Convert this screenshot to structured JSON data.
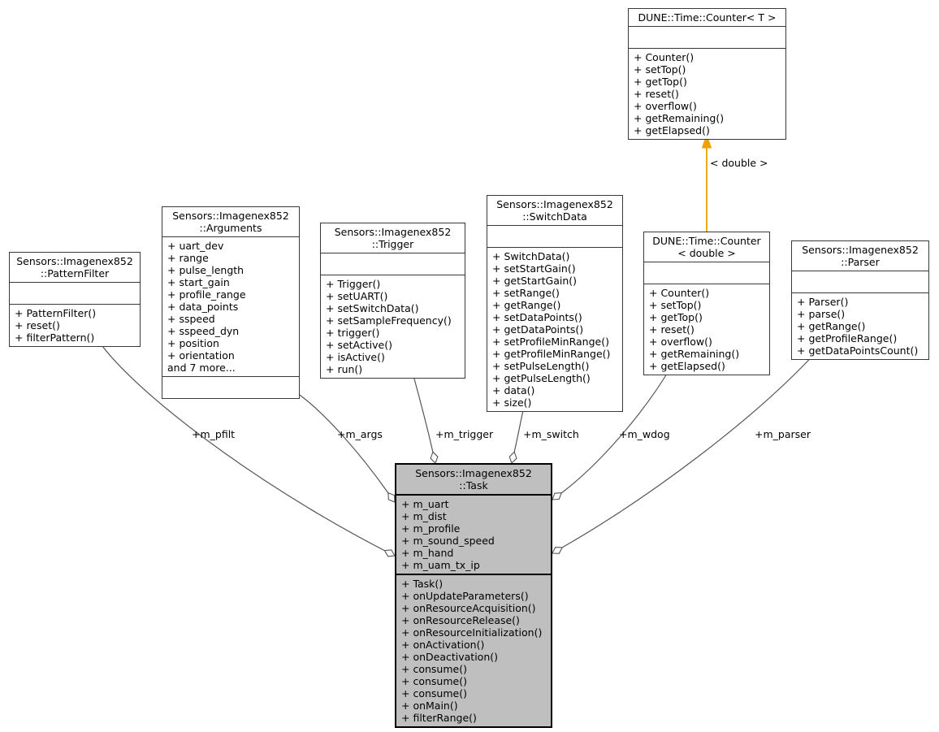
{
  "colors": {
    "background": "#FFFFFF",
    "box_border": "#383838",
    "edge_line": "#555555",
    "task_fill": "#BFBFBF",
    "template_arrow": "#F0A000"
  },
  "classes": {
    "counter_t": {
      "title": [
        "DUNE::Time::Counter< T >"
      ],
      "attributes": [],
      "methods": [
        "+ Counter()",
        "+ setTop()",
        "+ getTop()",
        "+ reset()",
        "+ overflow()",
        "+ getRemaining()",
        "+ getElapsed()"
      ]
    },
    "pattern_filter": {
      "title": [
        "Sensors::Imagenex852",
        "::PatternFilter"
      ],
      "attributes": [],
      "methods": [
        "+ PatternFilter()",
        "+ reset()",
        "+ filterPattern()"
      ]
    },
    "arguments": {
      "title": [
        "Sensors::Imagenex852",
        "::Arguments"
      ],
      "attributes": [
        "+ uart_dev",
        "+ range",
        "+ pulse_length",
        "+ start_gain",
        "+ profile_range",
        "+ data_points",
        "+ sspeed",
        "+ sspeed_dyn",
        "+ position",
        "+ orientation",
        "and 7 more..."
      ],
      "methods": []
    },
    "trigger": {
      "title": [
        "Sensors::Imagenex852",
        "::Trigger"
      ],
      "attributes": [],
      "methods": [
        "+ Trigger()",
        "+ setUART()",
        "+ setSwitchData()",
        "+ setSampleFrequency()",
        "+ trigger()",
        "+ setActive()",
        "+ isActive()",
        "+ run()"
      ]
    },
    "switch_data": {
      "title": [
        "Sensors::Imagenex852",
        "::SwitchData"
      ],
      "attributes": [],
      "methods": [
        "+ SwitchData()",
        "+ setStartGain()",
        "+ getStartGain()",
        "+ setRange()",
        "+ getRange()",
        "+ setDataPoints()",
        "+ getDataPoints()",
        "+ setProfileMinRange()",
        "+ getProfileMinRange()",
        "+ setPulseLength()",
        "+ getPulseLength()",
        "+ data()",
        "+ size()"
      ]
    },
    "counter_double": {
      "title": [
        "DUNE::Time::Counter",
        "< double >"
      ],
      "attributes": [],
      "methods": [
        "+ Counter()",
        "+ setTop()",
        "+ getTop()",
        "+ reset()",
        "+ overflow()",
        "+ getRemaining()",
        "+ getElapsed()"
      ]
    },
    "parser": {
      "title": [
        "Sensors::Imagenex852",
        "::Parser"
      ],
      "attributes": [],
      "methods": [
        "+ Parser()",
        "+ parse()",
        "+ getRange()",
        "+ getProfileRange()",
        "+ getDataPointsCount()"
      ]
    },
    "task": {
      "title": [
        "Sensors::Imagenex852",
        "::Task"
      ],
      "attributes": [
        "+ m_uart",
        "+ m_dist",
        "+ m_profile",
        "+ m_sound_speed",
        "+ m_hand",
        "+ m_uam_tx_ip"
      ],
      "methods": [
        "+ Task()",
        "+ onUpdateParameters()",
        "+ onResourceAcquisition()",
        "+ onResourceRelease()",
        "+ onResourceInitialization()",
        "+ onActivation()",
        "+ onDeactivation()",
        "+ consume()",
        "+ consume()",
        "+ consume()",
        "+ onMain()",
        "+ filterRange()"
      ]
    }
  },
  "edge_labels": {
    "m_pfilt": "+m_pfilt",
    "m_args": "+m_args",
    "m_trigger": "+m_trigger",
    "m_switch": "+m_switch",
    "m_wdog": "+m_wdog",
    "m_parser": "+m_parser",
    "template_instance": "< double >"
  }
}
